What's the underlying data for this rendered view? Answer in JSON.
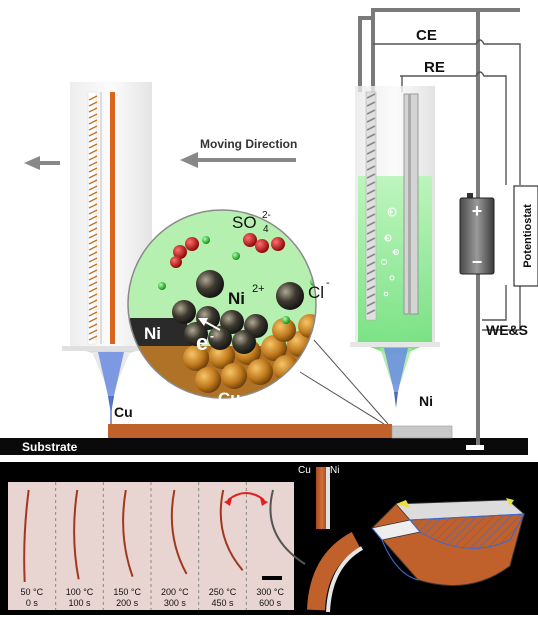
{
  "labels": {
    "moving_direction": "Moving Direction",
    "ce": "CE",
    "re": "RE",
    "we_s": "WE&S",
    "potentiostat": "Potentiostat",
    "substrate": "Substrate",
    "cu_left": "Cu",
    "ni_right": "Ni",
    "so4": "SO",
    "so4_sub": "4",
    "so4_sup": "2-",
    "ni_ion": "Ni",
    "ni_ion_sup": "2+",
    "cl": "Cl",
    "cl_sup": "-",
    "electron": "e",
    "electron_sup": "-",
    "inset_ni": "Ni",
    "inset_cu": "Cu",
    "bilayer_cu": "Cu",
    "bilayer_ni": "Ni"
  },
  "battery": {
    "plus": "+",
    "minus": "−"
  },
  "samples": [
    {
      "temp": "50 °C",
      "time": "0 s",
      "curve": 0.0
    },
    {
      "temp": "100 °C",
      "time": "100 s",
      "curve": 0.15
    },
    {
      "temp": "150 °C",
      "time": "200 s",
      "curve": 0.3
    },
    {
      "temp": "200 °C",
      "time": "300 s",
      "curve": 0.45
    },
    {
      "temp": "250 °C",
      "time": "450 s",
      "curve": 0.65
    },
    {
      "temp": "300 °C",
      "time": "600 s",
      "curve": 1.0
    }
  ],
  "colors": {
    "copper": "#c0602a",
    "nickel": "#c8c8c8",
    "frame": "#7a7a7a",
    "solution": "#8ef08e",
    "inset_bg": "#b6f0b0",
    "micro_bg": "#e8d4d0",
    "right_bg": "#000000",
    "blue_tip": "#6a8be0",
    "arrow_red": "#e02020"
  }
}
